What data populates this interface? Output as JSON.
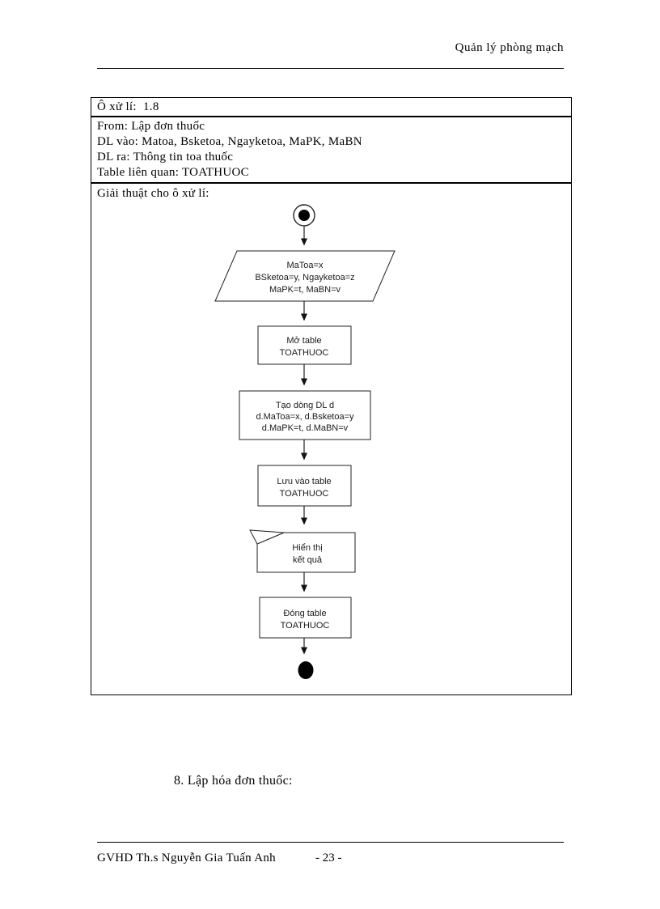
{
  "header": {
    "title": "Quản lý phòng mạch"
  },
  "process_box": {
    "id_row": "Ô xử lí:  1.8",
    "details": [
      "From: Lập đơn thuốc",
      "DL vào: Matoa, Bsketoa, Ngayketoa, MaPK, MaBN",
      "DL ra: Thông tin toa thuốc",
      "Table liên quan: TOATHUOC"
    ],
    "algorithm_label": "Giải thuật cho ô xử lí:"
  },
  "flowchart": {
    "nodes": [
      {
        "type": "start-terminator",
        "lines": []
      },
      {
        "type": "parallelogram-input",
        "lines": [
          "MaToa=x",
          "BSketoa=y, Ngayketoa=z",
          "MaPK=t, MaBN=v"
        ]
      },
      {
        "type": "process-rect",
        "lines": [
          "Mở table",
          "TOATHUOC"
        ]
      },
      {
        "type": "process-rect",
        "lines": [
          "Tạo dòng DL d",
          "d.MaToa=x, d.Bsketoa=y",
          "d.MaPK=t, d.MaBN=v"
        ]
      },
      {
        "type": "process-rect",
        "lines": [
          "Lưu vào table",
          "TOATHUOC"
        ]
      },
      {
        "type": "document-shape",
        "lines": [
          "Hiển thị",
          "kết quả"
        ]
      },
      {
        "type": "process-rect",
        "lines": [
          "Đóng table",
          "TOATHUOC"
        ]
      },
      {
        "type": "end-terminator",
        "lines": []
      }
    ],
    "stroke_color": "#222222",
    "fill_color": "#ffffff"
  },
  "section_caption": "8. Lập hóa đơn thuốc:",
  "footer": {
    "advisor": "GVHD Th.s Nguyễn Gia Tuấn Anh",
    "page_number": "- 23 -"
  }
}
